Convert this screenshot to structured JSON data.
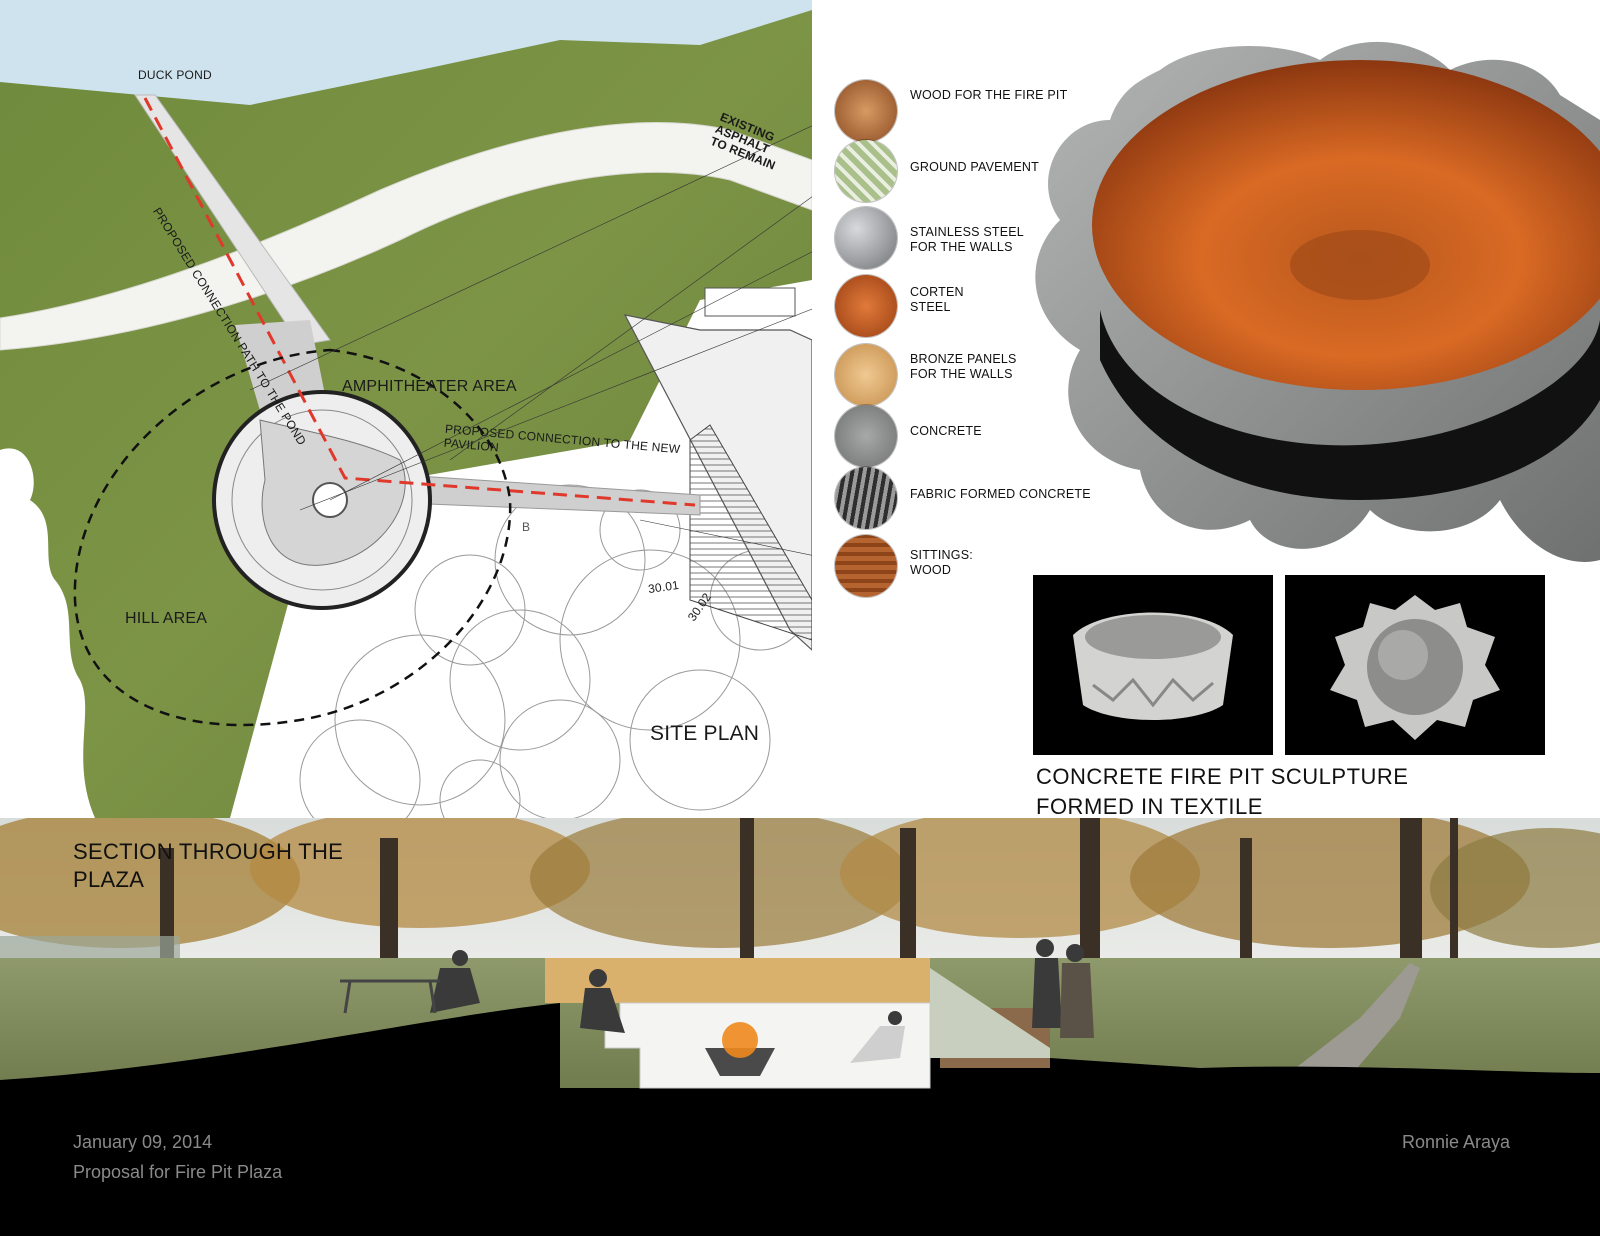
{
  "site_plan": {
    "title": "SITE PLAN",
    "labels": {
      "duck_pond": "DUCK POND",
      "proposed_path_pond": "PROPOSED CONNECTION PATH TO THE POND",
      "existing_asphalt": "EXISTING ASPHALT\nTO REMAIN",
      "amphitheater": "AMPHITHEATER AREA",
      "proposed_pavilion": "PROPOSED CONNECTION TO THE NEW\nPAVILION",
      "hill_area": "HILL AREA",
      "elev_1": "30.01",
      "elev_2": "30.02",
      "marker_b": "B"
    }
  },
  "materials": [
    {
      "label": "WOOD FOR THE FIRE PIT",
      "color": "#b86a3a"
    },
    {
      "label": "GROUND PAVEMENT",
      "color": "#9bb37a"
    },
    {
      "label": "STAINLESS STEEL\nFOR THE WALLS",
      "color": "#8e9196"
    },
    {
      "label": "CORTEN\nSTEEL",
      "color": "#c4551c"
    },
    {
      "label": "BRONZE PANELS\nFOR THE WALLS",
      "color": "#d9a969"
    },
    {
      "label": "CONCRETE",
      "color": "#8f9090"
    },
    {
      "label": "FABRIC FORMED CONCRETE",
      "color": "#4a4a4a"
    },
    {
      "label": "SITTINGS:\nWOOD",
      "color": "#a0522d"
    }
  ],
  "fire_pit": {
    "caption": "CONCRETE FIRE PIT SCULPTURE\nFORMED IN TEXTILE"
  },
  "section": {
    "title": "SECTION THROUGH THE\nPLAZA"
  },
  "footer": {
    "date": "January 09, 2014",
    "project": "Proposal for Fire Pit Plaza",
    "author": "Ronnie Araya"
  }
}
